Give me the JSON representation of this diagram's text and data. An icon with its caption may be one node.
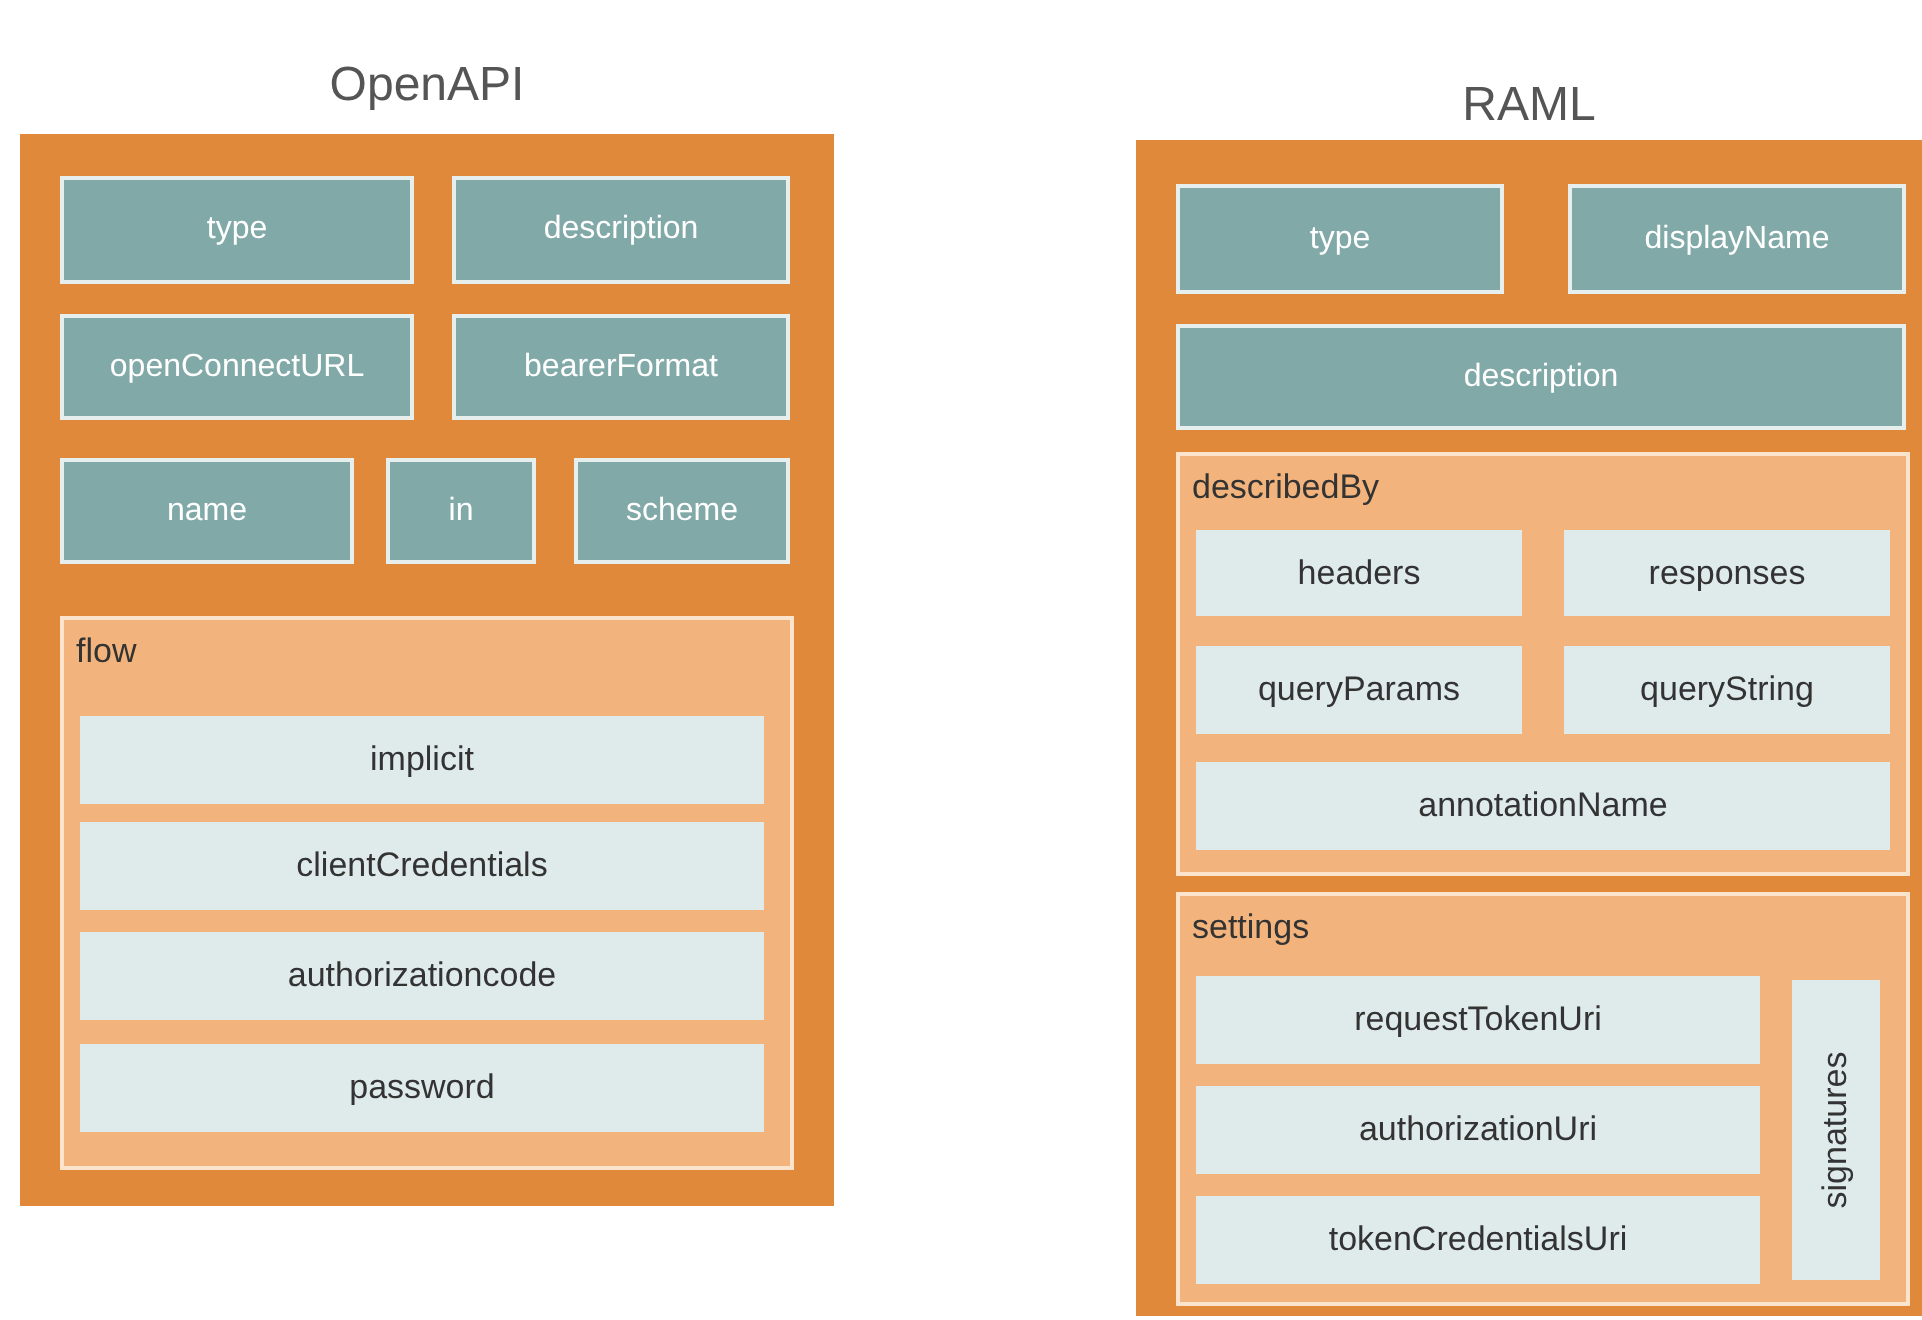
{
  "diagram": {
    "nodes": [
      {
        "text": [
          "OpenAPI"
        ]
      },
      {
        "text": [
          "type"
        ],
        "in": 0
      },
      {
        "text": [
          "description"
        ],
        "in": 0
      },
      {
        "text": [
          "openConnectURL"
        ],
        "in": 0
      },
      {
        "text": [
          "bearerFormat"
        ],
        "in": 0
      },
      {
        "text": [
          "name"
        ],
        "in": 0
      },
      {
        "text": [
          "in"
        ],
        "in": 0
      },
      {
        "text": [
          "scheme"
        ],
        "in": 0
      },
      {
        "text": [
          "flow"
        ],
        "in": 0
      },
      {
        "text": [
          "implicit"
        ],
        "in": 8
      },
      {
        "text": [
          "clientCredentials"
        ],
        "in": 8
      },
      {
        "text": [
          "authorizationcode"
        ],
        "in": 8
      },
      {
        "text": [
          "password"
        ],
        "in": 8
      },
      {
        "text": [
          "RAML"
        ]
      },
      {
        "text": [
          "type"
        ],
        "in": 13
      },
      {
        "text": [
          "displayName"
        ],
        "in": 13
      },
      {
        "text": [
          "description"
        ],
        "in": 13
      },
      {
        "text": [
          "describedBy"
        ],
        "in": 13
      },
      {
        "text": [
          "headers"
        ],
        "in": 17
      },
      {
        "text": [
          "responses"
        ],
        "in": 17
      },
      {
        "text": [
          "queryParams"
        ],
        "in": 17
      },
      {
        "text": [
          "queryString"
        ],
        "in": 17
      },
      {
        "text": [
          "annotationName"
        ],
        "in": 17
      },
      {
        "text": [
          "settings"
        ],
        "in": 13
      },
      {
        "text": [
          "requestTokenUri"
        ],
        "in": 23
      },
      {
        "text": [
          "authorizationUri"
        ],
        "in": 23
      },
      {
        "text": [
          "tokenCredentialsUri"
        ],
        "in": 23
      },
      {
        "text": [
          "signatures"
        ],
        "in": 23
      }
    ]
  }
}
